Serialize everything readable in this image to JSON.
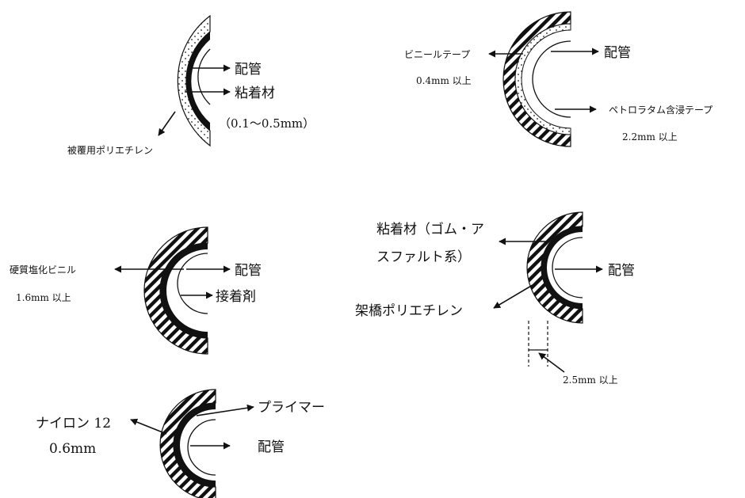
{
  "diagrams": [
    {
      "id": "polyethylene-coated",
      "labels": {
        "pipe": "配管",
        "adhesive": "粘着材",
        "adhesive_thickness": "（0.1～0.5mm）",
        "coating": "被覆用ポリエチレン"
      }
    },
    {
      "id": "tape-wrapped",
      "labels": {
        "vinyl_tape": "ビニールテープ",
        "vinyl_thickness": "0.4mm 以上",
        "pipe": "配管",
        "petrolatum_tape": "ペトロラタム含浸テープ",
        "petrolatum_thickness": "2.2mm 以上"
      }
    },
    {
      "id": "pvc-coated",
      "labels": {
        "rigid_pvc": "硬質塩化ビニル",
        "pvc_thickness": "1.6mm 以上",
        "pipe": "配管",
        "bonding_agent": "接着剤"
      }
    },
    {
      "id": "crosslinked-pe-coated",
      "labels": {
        "adhesive_line1": "粘着材（ゴム・ア",
        "adhesive_line2": "スファルト系）",
        "pipe": "配管",
        "crosslinked_pe": "架橋ポリエチレン",
        "pe_thickness": "2.5mm 以上"
      }
    },
    {
      "id": "nylon-coated",
      "labels": {
        "nylon": "ナイロン 12",
        "nylon_thickness": "0.6mm",
        "primer": "プライマー",
        "pipe": "配管"
      }
    }
  ]
}
